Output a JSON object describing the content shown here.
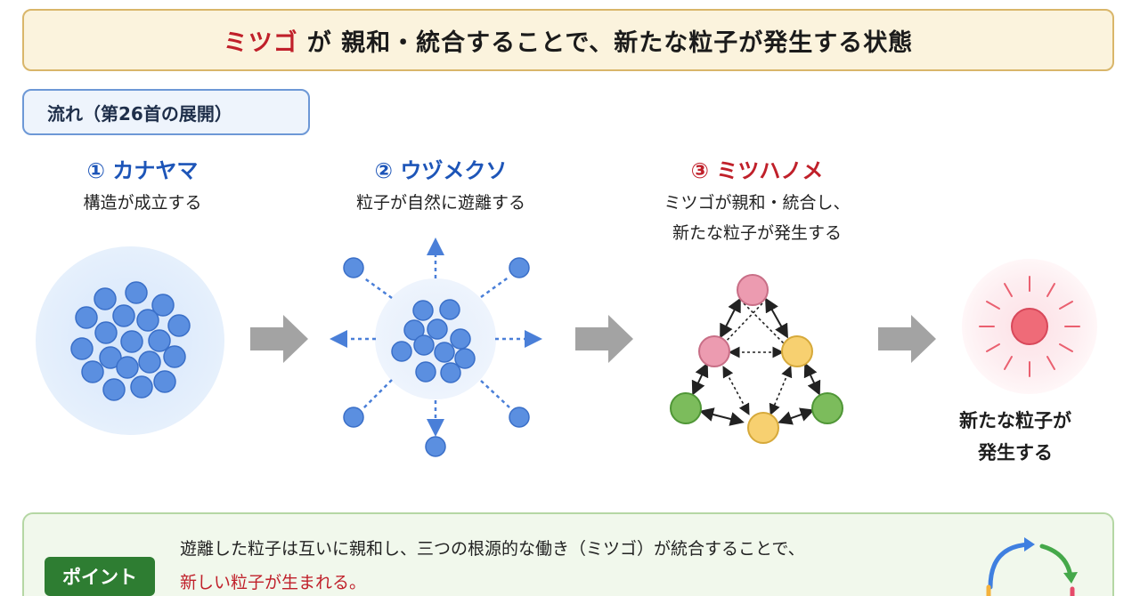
{
  "title": {
    "accent": "ミツゴ",
    "text": "が 親和・統合することで、新たな粒子が発生する状態"
  },
  "flow_label": "流れ（第26首の展開）",
  "steps": [
    {
      "heading": "① カナヤマ",
      "desc": [
        "構造が成立する"
      ]
    },
    {
      "heading": "② ウヅメクソ",
      "desc": [
        "粒子が自然に遊離する"
      ]
    },
    {
      "heading": "③ ミツハノメ",
      "desc": [
        "ミツゴが親和・統合し、",
        "新たな粒子が発生する"
      ]
    }
  ],
  "result": {
    "lines": [
      "新たな粒子が",
      "発生する"
    ]
  },
  "point": {
    "badge": "ポイント",
    "line1": "遊離した粒子は互いに親和し、三つの根源的な働き（ミツゴ）が統合することで、",
    "line2": "新しい粒子が生まれる。"
  },
  "colors": {
    "title_accent": "#c0202a",
    "step_blue": "#1d55b8",
    "step_red": "#c0202a",
    "particle_blue": "#5b8fe0",
    "node_pink": "#ec9bb0",
    "node_yellow": "#f7d070",
    "node_green": "#7cbc5c",
    "point_green": "#2e7d32"
  },
  "icons": [
    "right-arrow-icon",
    "cycle-arrows-icon",
    "sun-burst-icon"
  ]
}
